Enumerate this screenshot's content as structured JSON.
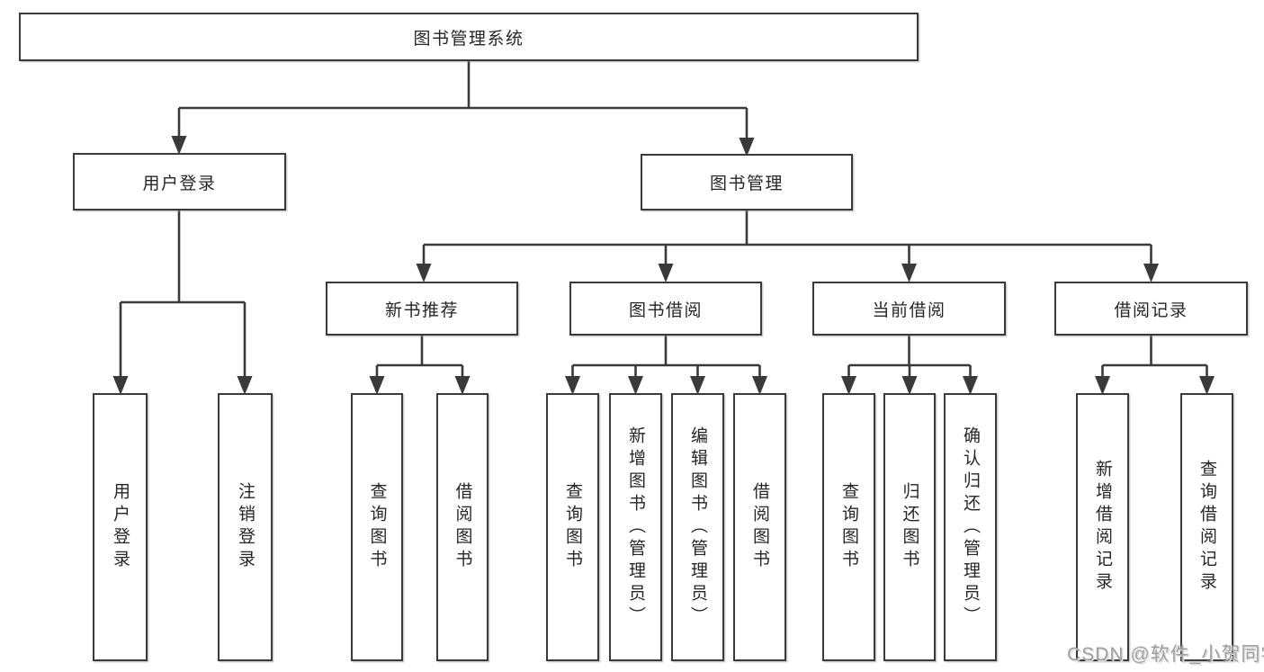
{
  "colors": {
    "line": "#3a3a3a",
    "border": "#3a3a3a",
    "text": "#262626",
    "bg": "#ffffff",
    "watermark": "#9f9f9f"
  },
  "diagram": {
    "root_label": "图书管理系统",
    "level2": [
      {
        "label": "用户登录"
      },
      {
        "label": "图书管理"
      }
    ],
    "user_leaves": [
      "用户登录",
      "注销登录"
    ],
    "groups": [
      {
        "label": "新书推荐",
        "leaves": [
          "查询图书",
          "借阅图书"
        ]
      },
      {
        "label": "图书借阅",
        "leaves": [
          "查询图书",
          "新增图书（管理员）",
          "编辑图书（管理员）",
          "借阅图书"
        ]
      },
      {
        "label": "当前借阅",
        "leaves": [
          "查询图书",
          "归还图书",
          "确认归还（管理员）"
        ]
      },
      {
        "label": "借阅记录",
        "leaves": [
          "新增借阅记录",
          "查询借阅记录"
        ]
      }
    ]
  },
  "watermark": "CSDN @软件_小贺同学"
}
